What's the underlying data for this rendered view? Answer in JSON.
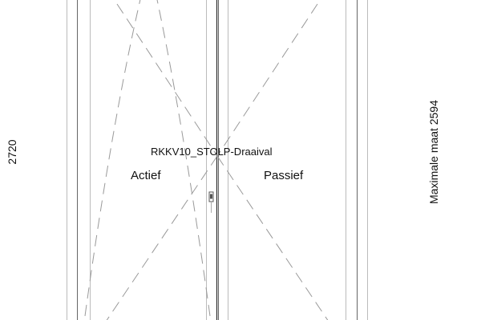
{
  "drawing": {
    "type_label": "RKKV10_STOLP-Draaival",
    "left_leaf": "Actief",
    "right_leaf": "Passief",
    "height_dimension": "2720",
    "max_dimension": "Maximale maat 2594"
  }
}
